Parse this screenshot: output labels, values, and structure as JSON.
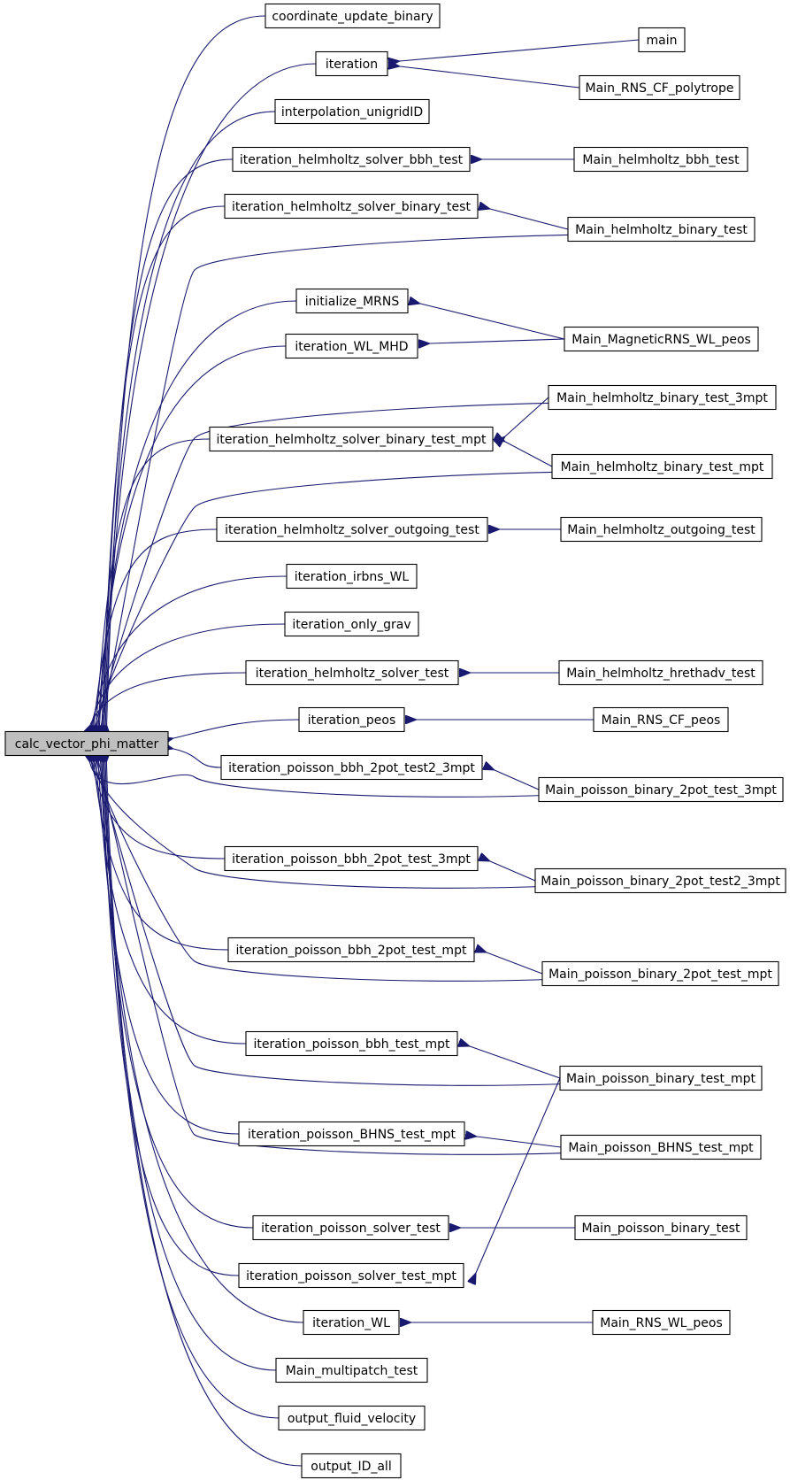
{
  "graph": {
    "root": "calc_vector_phi_matter",
    "colors": {
      "edge": "#191970",
      "node_border": "#000000",
      "node_fill": "#ffffff",
      "root_fill": "#bfbfbf"
    },
    "callers": [
      "coordinate_update_binary",
      "iteration",
      "interpolation_unigridID",
      "iteration_helmholtz_solver_bbh_test",
      "iteration_helmholtz_solver_binary_test",
      "Main_helmholtz_binary_test",
      "initialize_MRNS",
      "iteration_WL_MHD",
      "Main_helmholtz_binary_test_3mpt",
      "iteration_helmholtz_solver_binary_test_mpt",
      "Main_helmholtz_binary_test_mpt",
      "iteration_helmholtz_solver_outgoing_test",
      "iteration_irbns_WL",
      "iteration_only_grav",
      "iteration_helmholtz_solver_test",
      "iteration_peos",
      "iteration_poisson_bbh_2pot_test2_3mpt",
      "Main_poisson_binary_2pot_test_3mpt",
      "iteration_poisson_bbh_2pot_test_3mpt",
      "Main_poisson_binary_2pot_test2_3mpt",
      "iteration_poisson_bbh_2pot_test_mpt",
      "Main_poisson_binary_2pot_test_mpt",
      "iteration_poisson_bbh_test_mpt",
      "Main_poisson_binary_test_mpt",
      "iteration_poisson_BHNS_test_mpt",
      "Main_poisson_BHNS_test_mpt",
      "iteration_poisson_solver_test",
      "iteration_poisson_solver_test_mpt",
      "iteration_WL",
      "Main_multipatch_test",
      "output_fluid_velocity",
      "output_ID_all"
    ],
    "second_level": [
      {
        "name": "main",
        "calls": "iteration"
      },
      {
        "name": "Main_RNS_CF_polytrope",
        "calls": "iteration"
      },
      {
        "name": "Main_helmholtz_bbh_test",
        "calls": "iteration_helmholtz_solver_bbh_test"
      },
      {
        "name": "Main_helmholtz_binary_test",
        "calls": "iteration_helmholtz_solver_binary_test"
      },
      {
        "name": "Main_MagneticRNS_WL_peos",
        "calls": "initialize_MRNS"
      },
      {
        "name": "Main_MagneticRNS_WL_peos",
        "calls": "iteration_WL_MHD"
      },
      {
        "name": "Main_helmholtz_binary_test_3mpt",
        "calls": "iteration_helmholtz_solver_binary_test_mpt"
      },
      {
        "name": "Main_helmholtz_binary_test_mpt",
        "calls": "iteration_helmholtz_solver_binary_test_mpt"
      },
      {
        "name": "Main_helmholtz_outgoing_test",
        "calls": "iteration_helmholtz_solver_outgoing_test"
      },
      {
        "name": "Main_helmholtz_hrethadv_test",
        "calls": "iteration_helmholtz_solver_test"
      },
      {
        "name": "Main_RNS_CF_peos",
        "calls": "iteration_peos"
      },
      {
        "name": "Main_poisson_binary_2pot_test_3mpt",
        "calls": "iteration_poisson_bbh_2pot_test2_3mpt"
      },
      {
        "name": "Main_poisson_binary_2pot_test2_3mpt",
        "calls": "iteration_poisson_bbh_2pot_test_3mpt"
      },
      {
        "name": "Main_poisson_binary_2pot_test_mpt",
        "calls": "iteration_poisson_bbh_2pot_test_mpt"
      },
      {
        "name": "Main_poisson_binary_test_mpt",
        "calls": "iteration_poisson_bbh_test_mpt"
      },
      {
        "name": "Main_poisson_BHNS_test_mpt",
        "calls": "iteration_poisson_BHNS_test_mpt"
      },
      {
        "name": "Main_poisson_binary_test",
        "calls": "iteration_poisson_solver_test"
      },
      {
        "name": "Main_poisson_binary_test_mpt",
        "calls": "iteration_poisson_solver_test_mpt"
      },
      {
        "name": "Main_RNS_WL_peos",
        "calls": "iteration_WL"
      }
    ]
  }
}
